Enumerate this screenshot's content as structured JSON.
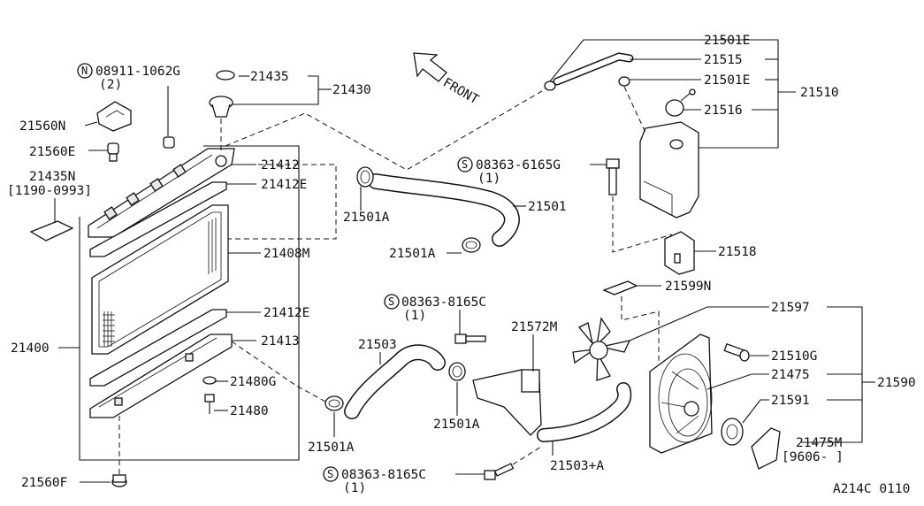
{
  "diagram": {
    "front_label": "FRONT",
    "figure_code": "A214C 0110",
    "labels": {
      "p08911": "08911-1062G",
      "p08911_qty": "(2)",
      "p21435": "21435",
      "p21430": "21430",
      "p21560N": "21560N",
      "p21560E": "21560E",
      "p21435N": "21435N",
      "p21435N_range": "[1190-0993]",
      "p21412": "21412",
      "p21412E_top": "21412E",
      "p21408M": "21408M",
      "p21412E_bot": "21412E",
      "p21413": "21413",
      "p21400": "21400",
      "p21480G": "21480G",
      "p21480": "21480",
      "p21560F": "21560F",
      "p21501E_top": "21501E",
      "p21515": "21515",
      "p21501E_mid": "21501E",
      "p21510": "21510",
      "p21516": "21516",
      "p08363_6165G": "08363-6165G",
      "p08363_6165G_qty": "(1)",
      "p21501": "21501",
      "p21501A_a": "21501A",
      "p21501A_b": "21501A",
      "p21518": "21518",
      "p21599N": "21599N",
      "p21597": "21597",
      "p08363_8165C_a": "08363-8165C",
      "p08363_8165C_a_qty": "(1)",
      "p21572M": "21572M",
      "p21503": "21503",
      "p21510G": "21510G",
      "p21475": "21475",
      "p21590": "21590",
      "p21591": "21591",
      "p21501A_c": "21501A",
      "p21501A_d": "21501A",
      "p21475M": "21475M",
      "p21475M_range": "[9606-   ]",
      "p21503A": "21503+A",
      "p08363_8165C_b": "08363-8165C",
      "p08363_8165C_b_qty": "(1)"
    },
    "prefix_symbols": {
      "n": "N",
      "s": "S"
    }
  }
}
